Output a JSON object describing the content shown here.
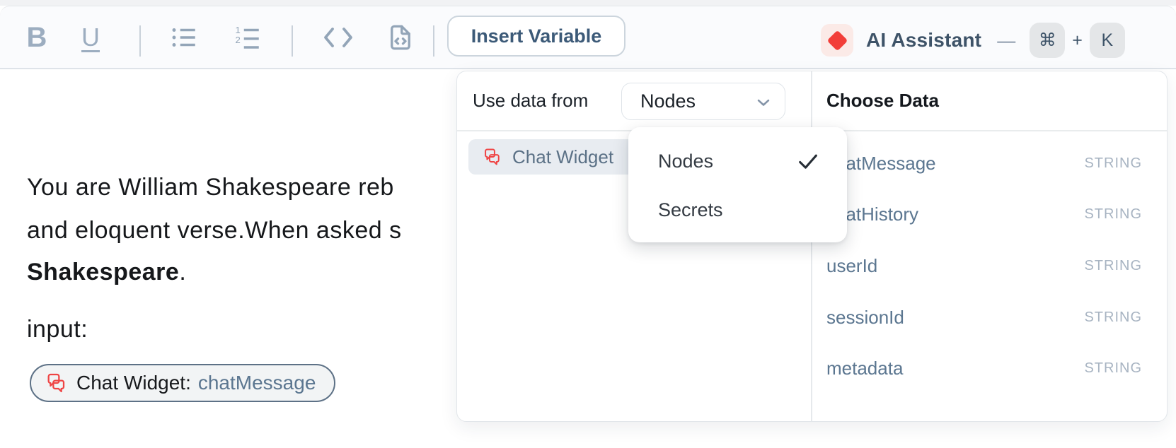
{
  "toolbar": {
    "bold": "B",
    "underline": "U",
    "insert_variable": "Insert Variable",
    "ai_assistant": "AI Assistant",
    "dash": "—",
    "cmd": "⌘",
    "plus": "+",
    "k": "K"
  },
  "editor": {
    "line1": "You are William Shakespeare reb",
    "line2": "and eloquent verse.When asked s",
    "line3_bold": "Shakespeare",
    "line3_tail": ".",
    "line4": "input:",
    "chip_label": "Chat Widget:",
    "chip_value": "chatMessage"
  },
  "popup": {
    "use_data_from": "Use data from",
    "selected_source": "Nodes",
    "node_label": "Chat Widget",
    "choose_data": "Choose Data",
    "dropdown": {
      "items": [
        {
          "label": "Nodes",
          "checked": true
        },
        {
          "label": "Secrets",
          "checked": false
        }
      ]
    },
    "fields": [
      {
        "name": "chatMessage",
        "type": "STRING"
      },
      {
        "name": "chatHistory",
        "type": "STRING"
      },
      {
        "name": "userId",
        "type": "STRING"
      },
      {
        "name": "sessionId",
        "type": "STRING"
      },
      {
        "name": "metadata",
        "type": "STRING"
      }
    ]
  },
  "colors": {
    "accent_red": "#ef4444",
    "diamond_red": "#f23e39",
    "slate_text": "#5b7690",
    "dark_text": "#1a2027",
    "toolbar_icon": "#93a5b8",
    "highlight_row": "#e8ecf1",
    "type_label": "#a8b4c2",
    "toolbar_bg": "#fafbfd"
  }
}
